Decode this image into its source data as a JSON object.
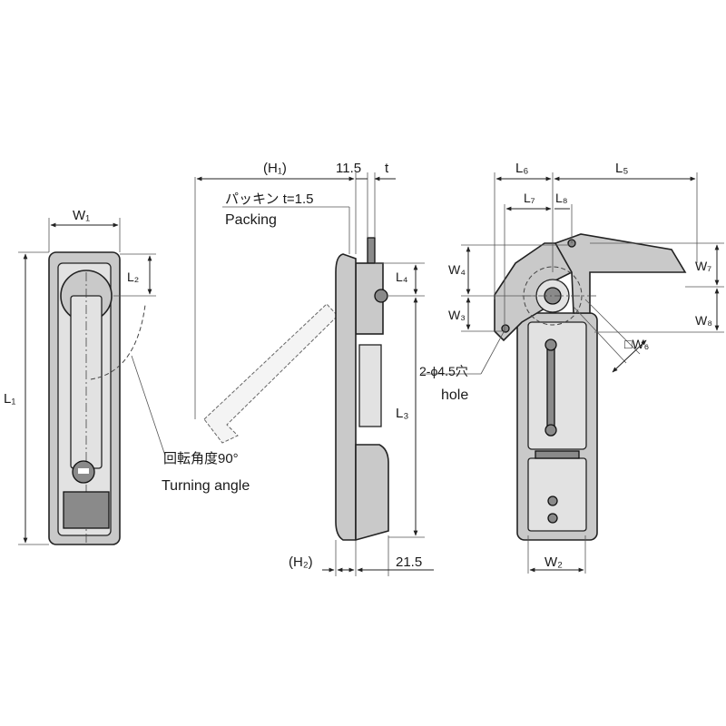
{
  "front_view": {
    "labels": {
      "w1": "W₁",
      "l1": "L₁",
      "l2": "L₂"
    },
    "turning_angle": {
      "jp": "回転角度90°",
      "en": "Turning angle"
    }
  },
  "side_view": {
    "labels": {
      "h1": "(H₁)",
      "d115": "11.5",
      "t": "t",
      "l4": "L₄",
      "l3": "L₃",
      "h2": "(H₂)",
      "d215": "21.5"
    },
    "packing": {
      "jp": "パッキン t=1.5",
      "en": "Packing"
    }
  },
  "back_view": {
    "labels": {
      "l6": "L₆",
      "l5": "L₅",
      "l7": "L₇",
      "l8": "L₈",
      "w4": "W₄",
      "w3": "W₃",
      "w7": "W₇",
      "w8": "W₈",
      "w6": "□W₆",
      "w2": "W₂"
    },
    "hole": {
      "jp": "2-ϕ4.5穴",
      "en": "hole"
    }
  }
}
